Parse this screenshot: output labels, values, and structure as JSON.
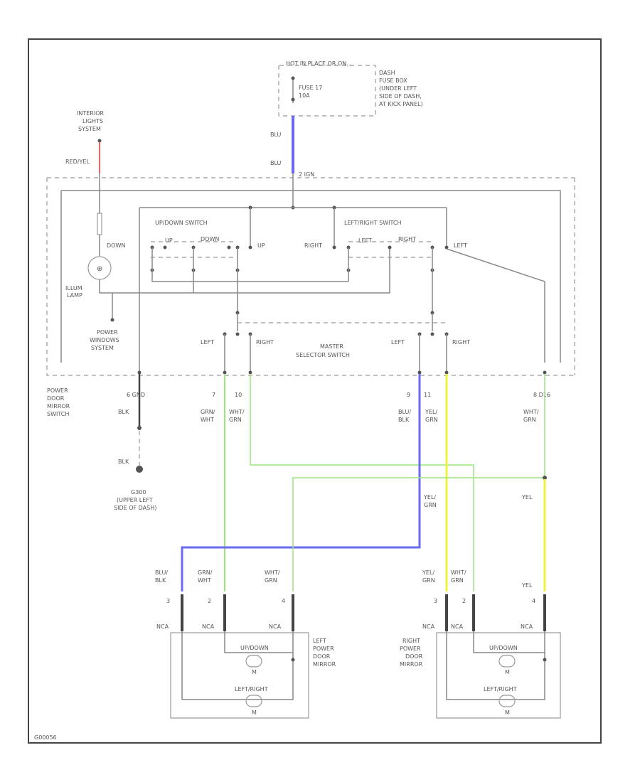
{
  "diagram_id": "G00056",
  "hot_label": "HOT IN PLACE OR ON...",
  "fuse": {
    "name": "FUSE 17",
    "rating": "10A"
  },
  "fuse_box_note": [
    "DASH",
    "FUSE BOX",
    "(UNDER LEFT",
    "SIDE OF DASH,",
    "AT KICK PANEL)"
  ],
  "interior_lights": [
    "INTERIOR",
    "LIGHTS",
    "SYSTEM"
  ],
  "wire_redyel": "RED/YEL",
  "wire_blu": "BLU",
  "wire_blu2": "BLU",
  "pin_ign": "2 IGN",
  "illum_lamp": [
    "ILLUM",
    "LAMP"
  ],
  "power_windows": [
    "POWER",
    "WINDOWS",
    "SYSTEM"
  ],
  "updown_switch": "UP/DOWN SWITCH",
  "leftright_switch": "LEFT/RIGHT SWITCH",
  "lbl_down": "DOWN",
  "lbl_up": "UP",
  "lbl_up_small": "UP",
  "lbl_down_small": "DOWN",
  "lbl_right": "RIGHT",
  "lbl_left": "LEFT",
  "lbl_left_small": "LEFT",
  "lbl_right_small": "RIGHT",
  "selector_title": [
    "MASTER",
    "SELECTOR SWITCH"
  ],
  "sel_left1": "LEFT",
  "sel_right1": "RIGHT",
  "sel_left2": "LEFT",
  "sel_right2": "RIGHT",
  "mirror_switch": [
    "POWER",
    "DOOR",
    "MIRROR",
    "SWITCH"
  ],
  "pin_gnd": "6 GND",
  "pin7": "7",
  "pin10": "10",
  "pin9": "9",
  "pin11": "11",
  "pin_d16": "8 D16",
  "w_blk": "BLK",
  "w_blk2": "BLK",
  "w_grn_wht": [
    "GRN/",
    "WHT"
  ],
  "w_wht_grn": [
    "WHT/",
    "GRN"
  ],
  "w_blu_blk": [
    "BLU/",
    "BLK"
  ],
  "w_yel_grn": [
    "YEL/",
    "GRN"
  ],
  "w_wht_grn2": [
    "WHT/",
    "GRN"
  ],
  "g_label": [
    "G300",
    "(UPPER LEFT",
    "SIDE OF DASH)"
  ],
  "w_yel_grn_mid": [
    "YEL/",
    "GRN"
  ],
  "w_yel_mid": "YEL",
  "lm_wires": [
    [
      "BLU/",
      "BLK"
    ],
    [
      "GRN/",
      "WHT"
    ],
    [
      "WHT/",
      "GRN"
    ]
  ],
  "rm_wires": [
    [
      "YEL/",
      "GRN"
    ],
    [
      "WHT/",
      "GRN"
    ],
    "YEL"
  ],
  "lm_pins": [
    "3",
    "2",
    "4"
  ],
  "rm_pins": [
    "3",
    "2",
    "4"
  ],
  "nca": "NCA",
  "left_mirror": [
    "LEFT",
    "POWER",
    "DOOR",
    "MIRROR"
  ],
  "right_mirror": [
    "RIGHT",
    "POWER",
    "DOOR",
    "MIRROR"
  ],
  "motor_updown": "UP/DOWN",
  "motor_leftright": "LEFT/RIGHT",
  "motor_m": "M",
  "colors": {
    "blue": "#6a6af0",
    "green": "#9be57a",
    "yellow": "#f0f040",
    "red": "#ff6060"
  }
}
